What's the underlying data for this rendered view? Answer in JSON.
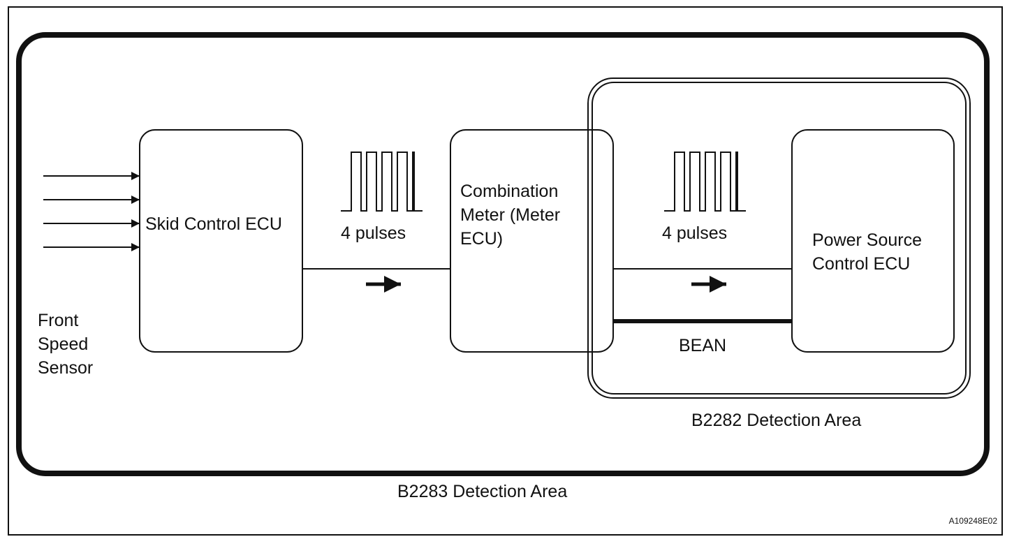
{
  "front_speed_sensor": {
    "line1": "Front",
    "line2": "Speed",
    "line3": "Sensor"
  },
  "skid_control_ecu": {
    "label": "Skid Control ECU"
  },
  "combination_meter": {
    "line1": "Combination",
    "line2": "Meter (Meter",
    "line3": "ECU)"
  },
  "power_source_ecu": {
    "line1": "Power Source",
    "line2": "Control ECU"
  },
  "pulse_signal_1": {
    "label": "4 pulses"
  },
  "pulse_signal_2": {
    "label": "4 pulses"
  },
  "bean_bus": {
    "label": "BEAN"
  },
  "area_b2282": {
    "label": "B2282 Detection Area"
  },
  "area_b2283": {
    "label": "B2283 Detection Area"
  },
  "figure_code": "A109248E02",
  "colors": {
    "line": "#111111",
    "background": "#ffffff"
  }
}
